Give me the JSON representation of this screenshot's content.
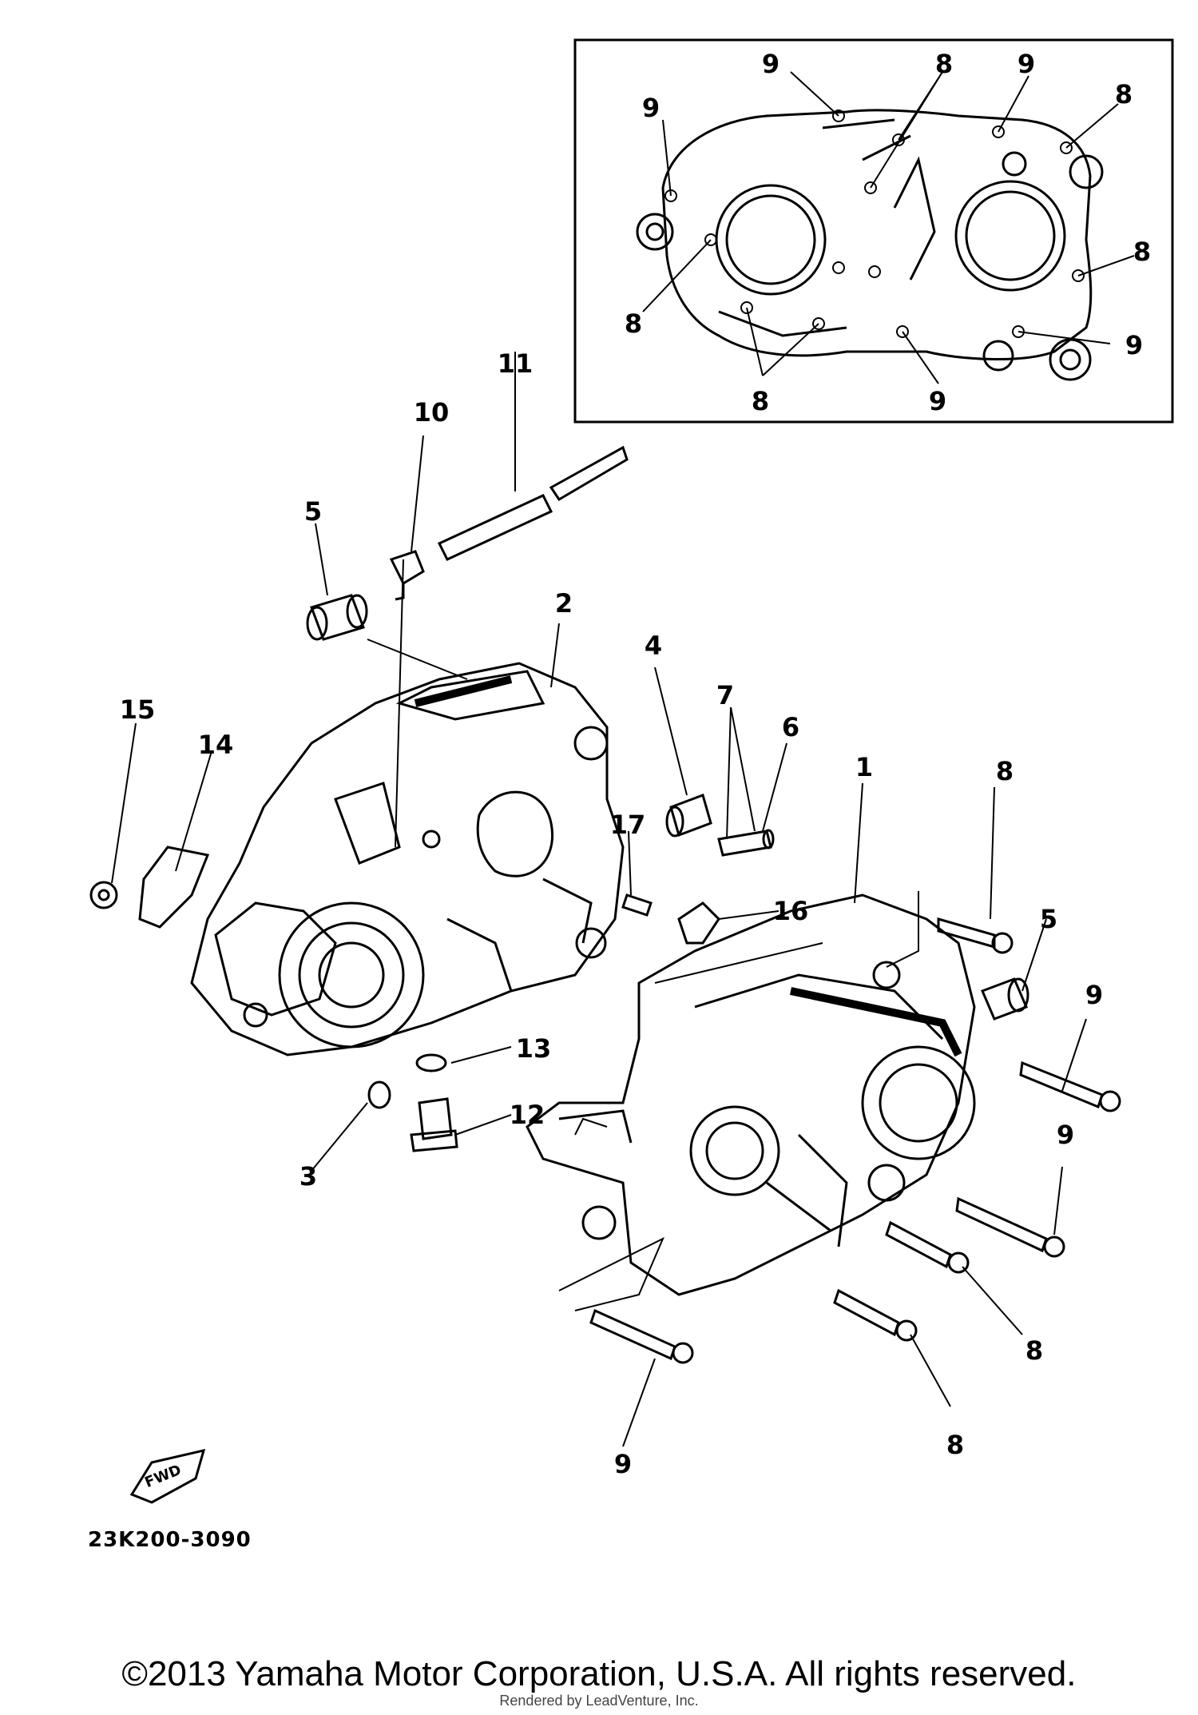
{
  "callouts": {
    "inset_9a": "9",
    "inset_8a": "8",
    "inset_9b": "9",
    "inset_8b": "8",
    "inset_9c": "9",
    "inset_8c": "8",
    "inset_8d": "8",
    "inset_9d": "9",
    "inset_8e": "8",
    "inset_9e": "9",
    "c11": "11",
    "c10": "10",
    "c5a": "5",
    "c2": "2",
    "c4": "4",
    "c7": "7",
    "c6": "6",
    "c1": "1",
    "c8a": "8",
    "c15": "15",
    "c14": "14",
    "c17": "17",
    "c16": "16",
    "c5b": "5",
    "c9a": "9",
    "c13": "13",
    "c12": "12",
    "c3": "3",
    "c9b": "9",
    "c8b": "8",
    "c9c": "9",
    "c8c": "8"
  },
  "fwd_label": "FWD",
  "part_number": "23K200-3090",
  "copyright": "©2013 Yamaha Motor Corporation, U.S.A. All rights reserved.",
  "rendered_by": "Rendered by LeadVenture, Inc."
}
